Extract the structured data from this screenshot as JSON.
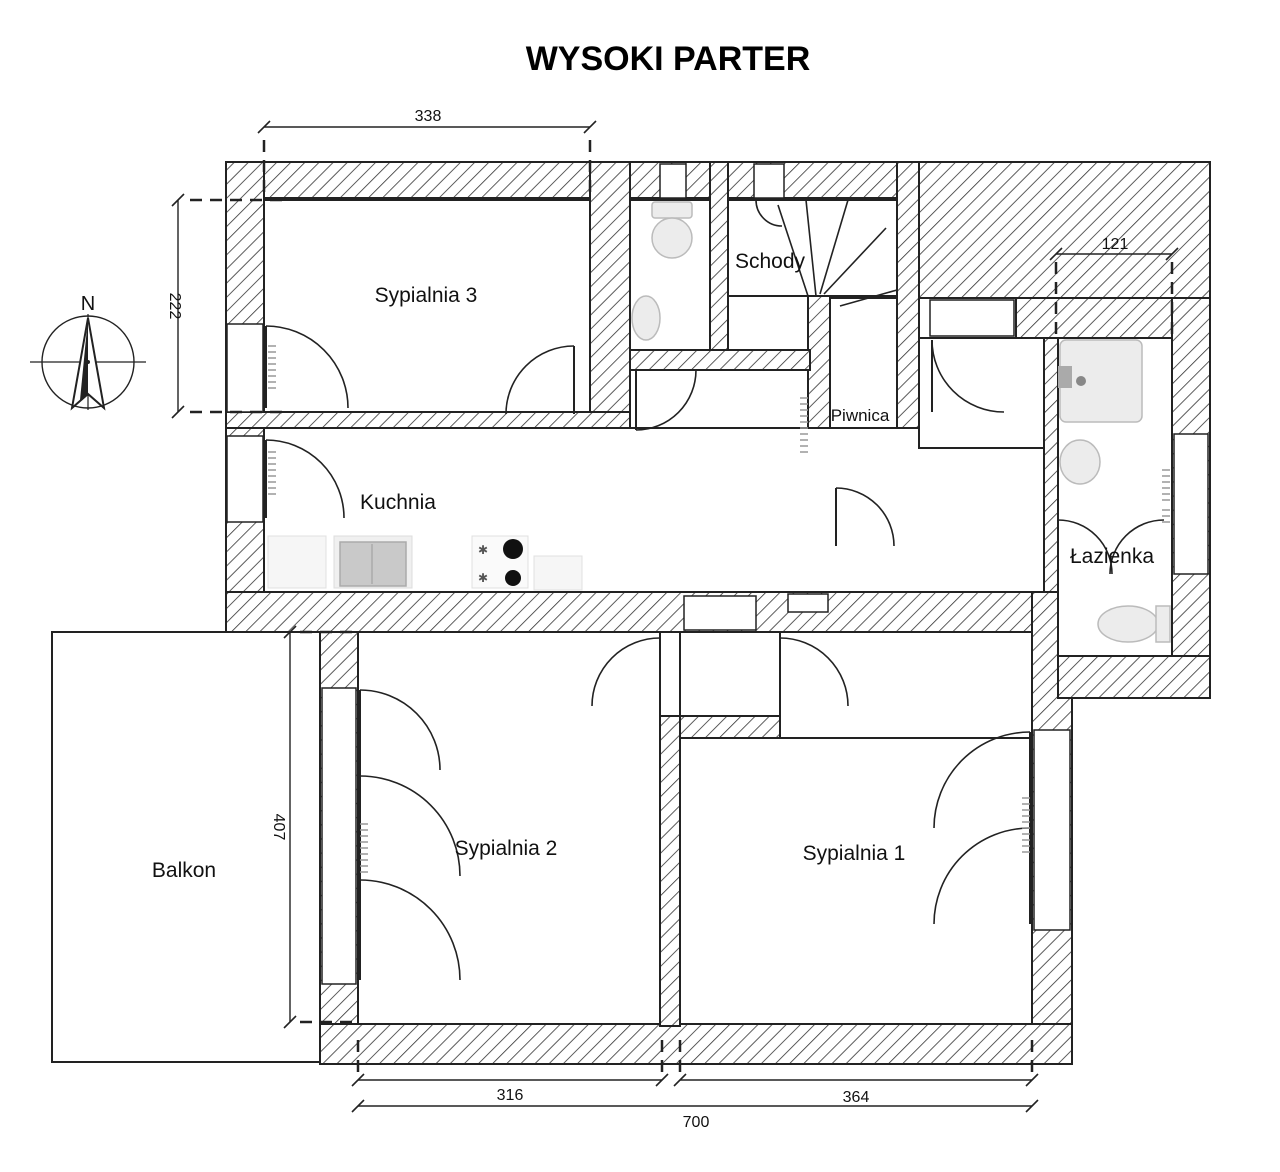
{
  "title": "WYSOKI PARTER",
  "compass": {
    "north_label": "N"
  },
  "rooms": {
    "sypialnia_3": "Sypialnia 3",
    "schody": "Schody",
    "piwnica": "Piwnica",
    "kuchnia": "Kuchnia",
    "lazienka": "Łazienka",
    "sypialnia_2": "Sypialnia 2",
    "sypialnia_1": "Sypialnia 1",
    "balkon": "Balkon"
  },
  "dimensions": {
    "top_width": "338",
    "left_height": "222",
    "bath_width": "121",
    "balcony_side": "407",
    "bottom_left": "316",
    "bottom_right": "364",
    "bottom_total": "700"
  }
}
